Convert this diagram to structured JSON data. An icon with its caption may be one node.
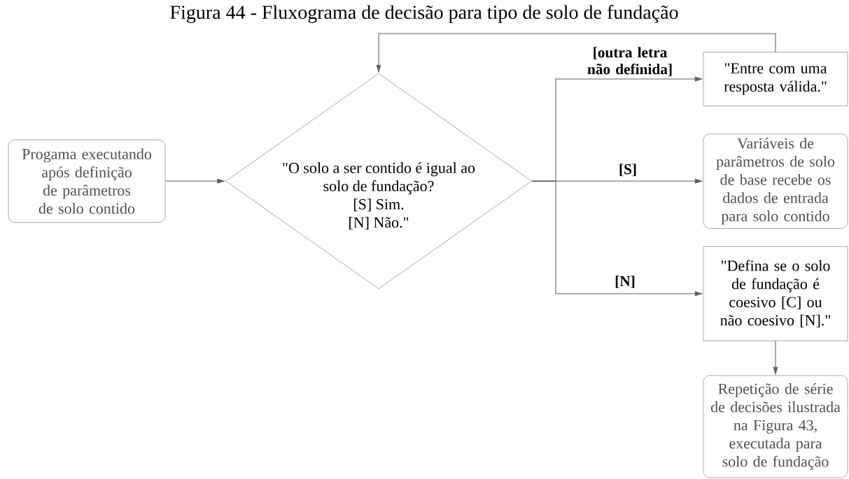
{
  "diagram": {
    "title": "Figura 44 - Fluxograma de decisão para tipo de solo de fundação",
    "nodes": [
      {
        "text": [
          "Progama executando após definição de parâmetros de solo contido"
        ]
      },
      {
        "text": [
          "\"O solo a ser contido é igual ao solo de fundação?",
          "[S]   Sim.",
          "[N]   Não.\""
        ]
      },
      {
        "text": [
          "\"Entre com uma resposta válida.\""
        ]
      },
      {
        "text": [
          "Variáveis de parâmetros de solo de base recebe os dados de entrada para solo contido"
        ]
      },
      {
        "text": [
          "\"Defina se o solo de fundação é coesivo [C] ou não coesivo [N].\""
        ]
      },
      {
        "text": [
          "Repetição de série de decisões ilustrada na Figura 43, executada para solo de fundação"
        ]
      }
    ],
    "edges": [
      {
        "from": 0,
        "to": 1,
        "arrow": "to"
      },
      {
        "from": 1,
        "to": 2,
        "arrow": "to",
        "label": "[outra letra não definida]"
      },
      {
        "from": 1,
        "to": 3,
        "arrow": "to",
        "label": "[S]"
      },
      {
        "from": 1,
        "to": 4,
        "arrow": "to",
        "label": "[N]"
      },
      {
        "from": 2,
        "to": 1,
        "arrow": "to"
      },
      {
        "from": 4,
        "to": 5,
        "arrow": "to"
      }
    ]
  }
}
